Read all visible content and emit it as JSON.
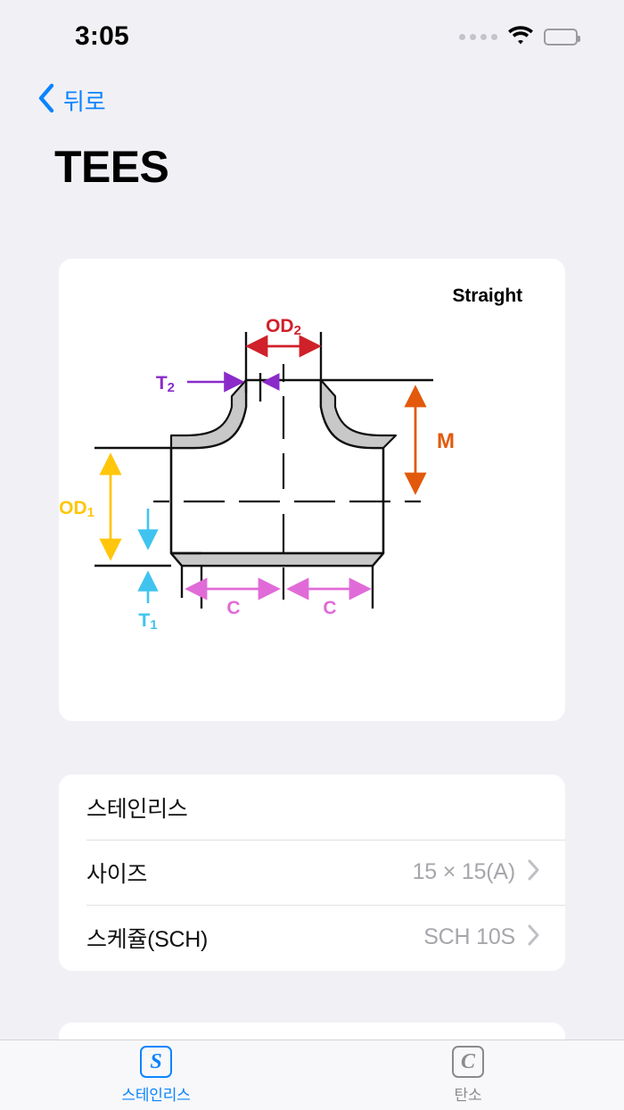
{
  "status_bar": {
    "time": "3:05",
    "signal_icon": "signal-dots-icon",
    "wifi_icon": "wifi-icon",
    "battery_icon": "battery-full-icon"
  },
  "nav": {
    "back_icon": "chevron-left-icon",
    "back_label": "뒤로"
  },
  "header": {
    "title": "TEES"
  },
  "diagram_card": {
    "type_label": "Straight",
    "figure_name": "tee-fitting-cross-section",
    "dimension_labels": [
      {
        "key": "OD2",
        "text": "OD",
        "sub": "2",
        "color": "#D0202A"
      },
      {
        "key": "T2",
        "text": "T",
        "sub": "2",
        "color": "#8B2BC9"
      },
      {
        "key": "OD1",
        "text": "OD",
        "sub": "1",
        "color": "#FFC60B"
      },
      {
        "key": "T1",
        "text": "T",
        "sub": "1",
        "color": "#40C4EF"
      },
      {
        "key": "M",
        "text": "M",
        "sub": "",
        "color": "#E2590B"
      },
      {
        "key": "C1",
        "text": "C",
        "sub": "",
        "color": "#E06BD8"
      },
      {
        "key": "C2",
        "text": "C",
        "sub": "",
        "color": "#E06BD8"
      }
    ]
  },
  "spec_list": {
    "rows": [
      {
        "label": "스테인리스",
        "value": "",
        "has_chevron": false
      },
      {
        "label": "사이즈",
        "value": "15 × 15(A)",
        "has_chevron": true
      },
      {
        "label": "스케쥴(SCH)",
        "value": "SCH 10S",
        "has_chevron": true
      }
    ]
  },
  "tab_bar": {
    "tabs": [
      {
        "label": "스테인리스",
        "icon_letter": "S",
        "icon_name": "stainless-s-icon",
        "active": true
      },
      {
        "label": "탄소",
        "icon_letter": "C",
        "icon_name": "carbon-c-icon",
        "active": false
      }
    ]
  },
  "colors": {
    "background": "#F1F1F5",
    "card": "#FFFFFF",
    "accent": "#0A84FF",
    "secondary_text": "#A6A6AC",
    "separator": "#E2E2E6"
  }
}
